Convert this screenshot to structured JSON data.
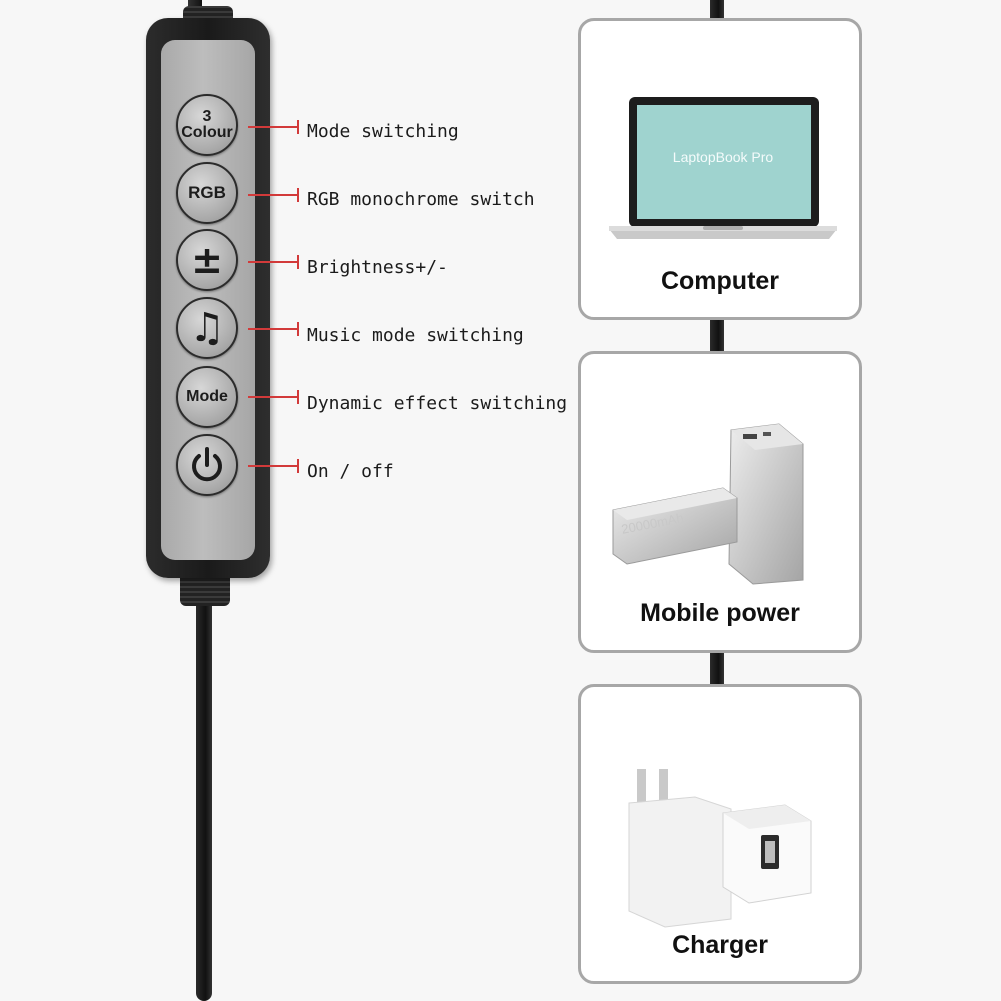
{
  "remote": {
    "buttons": [
      {
        "id": "colour",
        "line1": "3",
        "line2": "Colour"
      },
      {
        "id": "rgb",
        "text": "RGB"
      },
      {
        "id": "brightness",
        "glyph": "±"
      },
      {
        "id": "music",
        "glyph": "♫"
      },
      {
        "id": "mode",
        "text": "Mode"
      },
      {
        "id": "power",
        "icon": "power-icon"
      }
    ]
  },
  "callouts": [
    "Mode switching",
    "RGB monochrome switch",
    "Brightness+/-",
    "Music mode switching",
    "Dynamic effect switching",
    "On / off"
  ],
  "sources": [
    {
      "title": "Computer",
      "screen_text": "LaptopBook Pro"
    },
    {
      "title": "Mobile power",
      "device_text": "20000mAh"
    },
    {
      "title": "Charger"
    }
  ],
  "colors": {
    "leader": "#d23a3a",
    "laptop_screen": "#9fd3cf",
    "card_border": "#a7a7a7"
  }
}
